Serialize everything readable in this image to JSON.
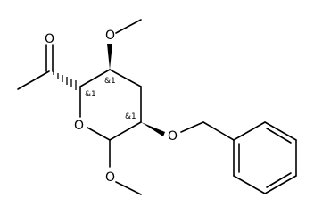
{
  "molecule": {
    "atoms": {
      "carbonyl_oxygen": "O",
      "methoxy_oxygen_c3": "O",
      "ring_oxygen": "O",
      "benzyloxy_oxygen": "O",
      "methoxy_oxygen_anomeric": "O"
    },
    "stereo_labels": {
      "c2": "&1",
      "c3": "&1",
      "c5": "&1"
    },
    "colors": {
      "bond": "#000000",
      "background": "#ffffff"
    }
  }
}
